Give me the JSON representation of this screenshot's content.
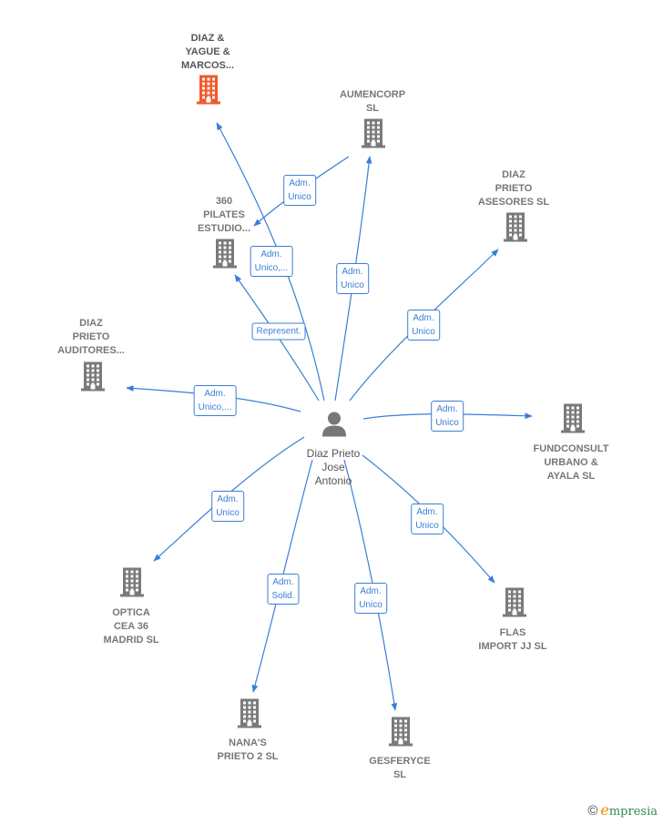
{
  "colors": {
    "edge": "#3a7fd5",
    "building": "#7a7a7a",
    "highlight": "#f05a28",
    "person": "#777777"
  },
  "center": {
    "label": "Diaz Prieto\nJose\nAntonio",
    "icon": "person-icon"
  },
  "nodes": [
    {
      "id": "diaz-yague",
      "label": "DIAZ &\nYAGUE &\nMARCOS...",
      "highlight": true,
      "icon": "building-icon"
    },
    {
      "id": "aumencorp",
      "label": "AUMENCORP\nSL",
      "highlight": false,
      "icon": "building-icon"
    },
    {
      "id": "diaz-prieto-asesores",
      "label": "DIAZ\nPRIETO\nASESORES  SL",
      "highlight": false,
      "icon": "building-icon"
    },
    {
      "id": "360-pilates",
      "label": "360\nPILATES\nESTUDIO...",
      "highlight": false,
      "icon": "building-icon"
    },
    {
      "id": "diaz-prieto-auditores",
      "label": "DIAZ\nPRIETO\nAUDITORES...",
      "highlight": false,
      "icon": "building-icon"
    },
    {
      "id": "fundconsult",
      "label": "FUNDCONSULT\nURBANO &\nAYALA  SL",
      "highlight": false,
      "icon": "building-icon"
    },
    {
      "id": "optica-cea",
      "label": "OPTICA\nCEA 36\nMADRID  SL",
      "highlight": false,
      "icon": "building-icon"
    },
    {
      "id": "flas-import",
      "label": "FLAS\nIMPORT JJ  SL",
      "highlight": false,
      "icon": "building-icon"
    },
    {
      "id": "nanas-prieto",
      "label": "NANA'S\nPRIETO 2 SL",
      "highlight": false,
      "icon": "building-icon"
    },
    {
      "id": "gesferyce",
      "label": "GESFERYCE\nSL",
      "highlight": false,
      "icon": "building-icon"
    }
  ],
  "edges": [
    {
      "to": "diaz-yague",
      "label": "Adm.\nUnico,..."
    },
    {
      "to": "aumencorp",
      "label": "Adm.\nUnico"
    },
    {
      "from": "aumencorp",
      "to": "360-pilates",
      "label": "Adm.\nUnico"
    },
    {
      "to": "360-pilates",
      "label": "Represent."
    },
    {
      "to": "diaz-prieto-asesores",
      "label": "Adm.\nUnico"
    },
    {
      "to": "diaz-prieto-auditores",
      "label": "Adm.\nUnico,..."
    },
    {
      "to": "fundconsult",
      "label": "Adm.\nUnico"
    },
    {
      "to": "optica-cea",
      "label": "Adm.\nUnico"
    },
    {
      "to": "flas-import",
      "label": "Adm.\nUnico"
    },
    {
      "to": "nanas-prieto",
      "label": "Adm.\nSolid."
    },
    {
      "to": "gesferyce",
      "label": "Adm.\nUnico"
    }
  ],
  "brand": {
    "copyright": "©",
    "initial": "e",
    "name": "mpresia"
  }
}
